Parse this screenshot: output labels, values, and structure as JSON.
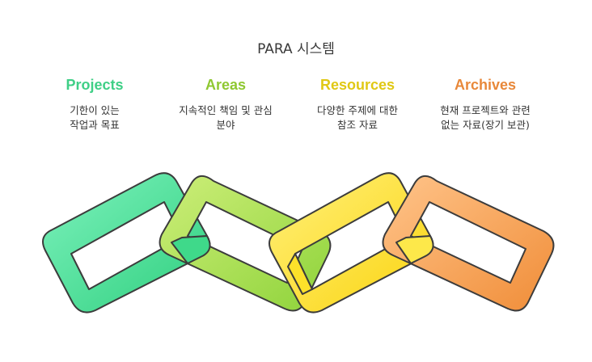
{
  "title": "PARA 시스템",
  "categories": [
    {
      "heading": "Projects",
      "description": "기한이 있는\n작업과 목표",
      "color": "#3fcf86"
    },
    {
      "heading": "Areas",
      "description": "지속적인 책임 및 관심\n분야",
      "color": "#8fc832"
    },
    {
      "heading": "Resources",
      "description": "다양한 주제에 대한\n참조 자료",
      "color": "#e0c814"
    },
    {
      "heading": "Archives",
      "description": "현재 프로젝트와 관련\n없는 자료(장기 보관)",
      "color": "#e8883a"
    }
  ]
}
